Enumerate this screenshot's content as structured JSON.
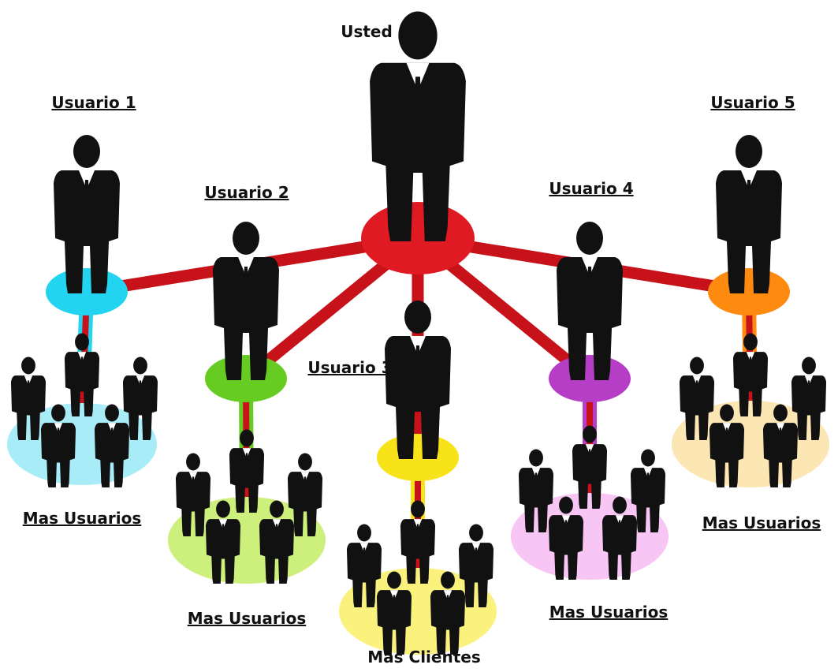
{
  "center": {
    "label": "Usted",
    "color": "#e01a22"
  },
  "link_color": "#c8121a",
  "users": [
    {
      "label": "Usuario 1",
      "color": "#22d4f0",
      "pad_color": "#a8ecf8",
      "group_label": "Mas Usuarios"
    },
    {
      "label": "Usuario 2",
      "color": "#66cc22",
      "pad_color": "#cdef7c",
      "group_label": "Mas Usuarios"
    },
    {
      "label": "Usuario 3",
      "color": "#f8e31a",
      "pad_color": "#fbf27e",
      "group_label": "Mas Clientes"
    },
    {
      "label": "Usuario 4",
      "color": "#b63ec6",
      "pad_color": "#f8c6f4",
      "group_label": "Mas Usuarios"
    },
    {
      "label": "Usuario 5",
      "color": "#ff8a10",
      "pad_color": "#fbe6b4",
      "group_label": "Mas Usuarios"
    }
  ]
}
